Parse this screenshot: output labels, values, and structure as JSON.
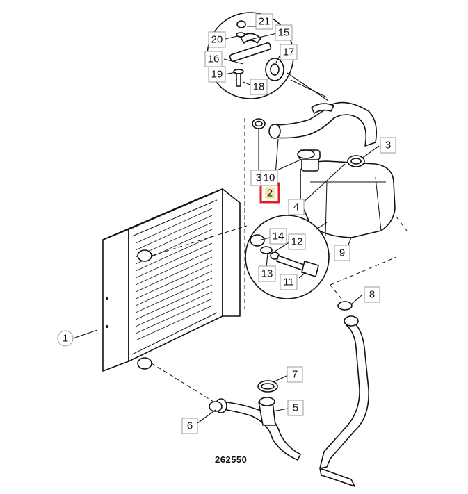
{
  "diagram_ref": "262550",
  "highlight_color": "#e02020",
  "highlight_fill": "#f5e7b0",
  "callouts": [
    {
      "id": "c1",
      "text": "1"
    },
    {
      "id": "c2",
      "text": "2",
      "highlighted": true
    },
    {
      "id": "c3a",
      "text": "3"
    },
    {
      "id": "c3b",
      "text": "3"
    },
    {
      "id": "c4",
      "text": "4"
    },
    {
      "id": "c5",
      "text": "5"
    },
    {
      "id": "c6",
      "text": "6"
    },
    {
      "id": "c7",
      "text": "7"
    },
    {
      "id": "c8",
      "text": "8"
    },
    {
      "id": "c9",
      "text": "9"
    },
    {
      "id": "c10",
      "text": "10"
    },
    {
      "id": "c11",
      "text": "11"
    },
    {
      "id": "c12",
      "text": "12"
    },
    {
      "id": "c13",
      "text": "13"
    },
    {
      "id": "c14",
      "text": "14"
    },
    {
      "id": "c15",
      "text": "15"
    },
    {
      "id": "c16",
      "text": "16"
    },
    {
      "id": "c17",
      "text": "17"
    },
    {
      "id": "c18",
      "text": "18"
    },
    {
      "id": "c19",
      "text": "19"
    },
    {
      "id": "c20",
      "text": "20"
    },
    {
      "id": "c21",
      "text": "21"
    }
  ]
}
